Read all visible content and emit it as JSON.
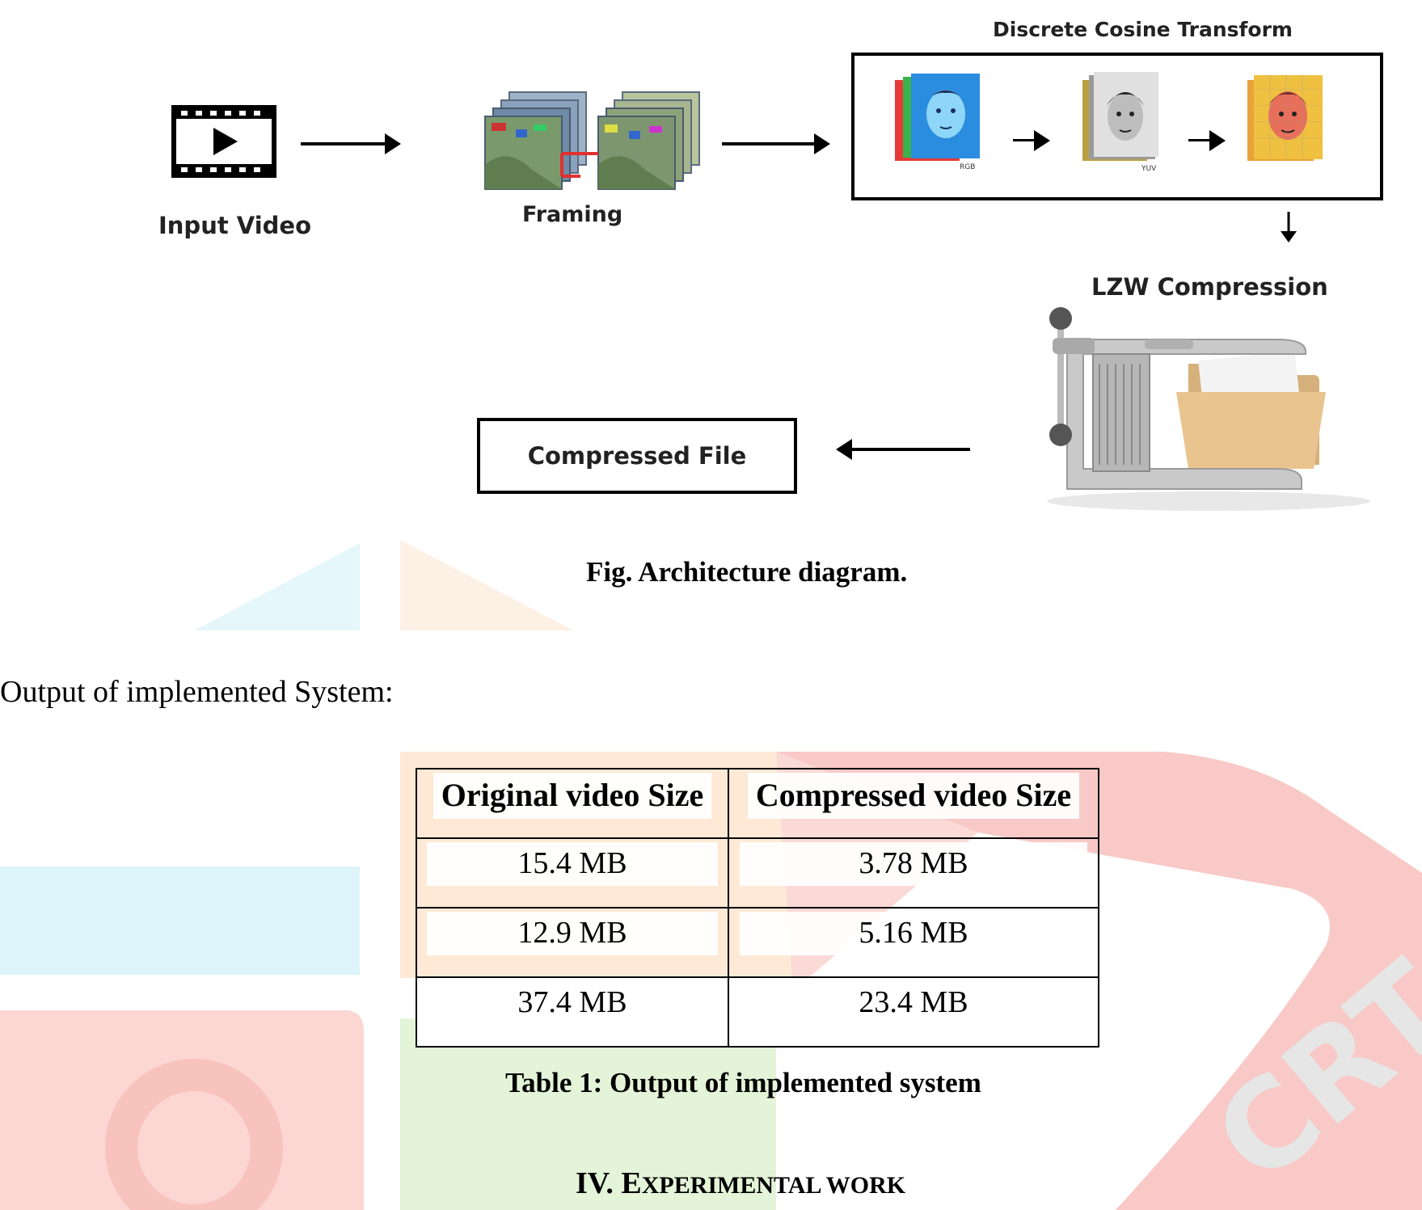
{
  "diagram": {
    "input_label": "Input Video",
    "framing_label": "Framing",
    "dct_label": "Discrete Cosine Transform",
    "dct_sub_labels": [
      "RGB",
      "YUV"
    ],
    "lzw_label": "LZW Compression",
    "compressed_label": "Compressed File",
    "caption": "Fig. Architecture diagram."
  },
  "body": {
    "output_heading": "Output of implemented System:"
  },
  "table": {
    "headers": [
      "Original video Size",
      "Compressed video Size"
    ],
    "rows": [
      [
        "15.4 MB",
        "3.78 MB"
      ],
      [
        "12.9 MB",
        "5.16 MB"
      ],
      [
        "37.4 MB",
        "23.4 MB"
      ]
    ],
    "caption": "Table 1: Output of implemented system"
  },
  "section": {
    "number": "IV. ",
    "first_letter": "E",
    "rest_word": "XPERIMENTAL",
    "last_word": " WORK"
  },
  "watermark": {
    "text": "CRT",
    "colors": {
      "cyan": "#cdeef7",
      "peach": "#fde6d0",
      "red": "#f6b6b3",
      "green": "#d8f0c8"
    }
  }
}
